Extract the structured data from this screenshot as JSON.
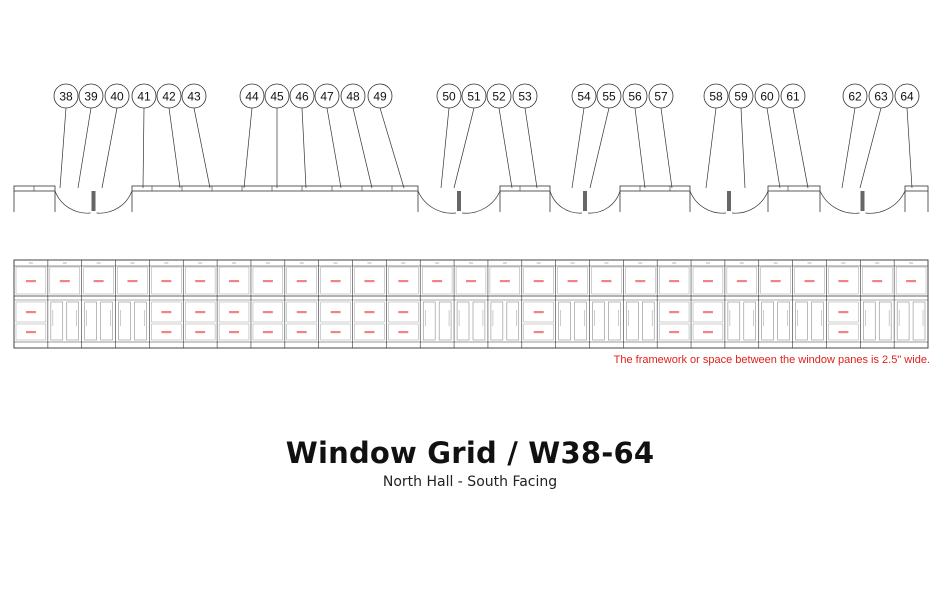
{
  "drawing": {
    "window_numbers": [
      "38",
      "39",
      "40",
      "41",
      "42",
      "43",
      "44",
      "45",
      "46",
      "47",
      "48",
      "49",
      "50",
      "51",
      "52",
      "53",
      "54",
      "55",
      "56",
      "57",
      "58",
      "59",
      "60",
      "61",
      "62",
      "63",
      "64"
    ],
    "colors": {
      "line": "#333333",
      "pane_label": "#e0201b",
      "note": "#e0201b"
    }
  },
  "note": "The framework or space between the window panes is 2.5\" wide.",
  "title": "Window Grid / W38-64",
  "subtitle": "North Hall - South Facing"
}
